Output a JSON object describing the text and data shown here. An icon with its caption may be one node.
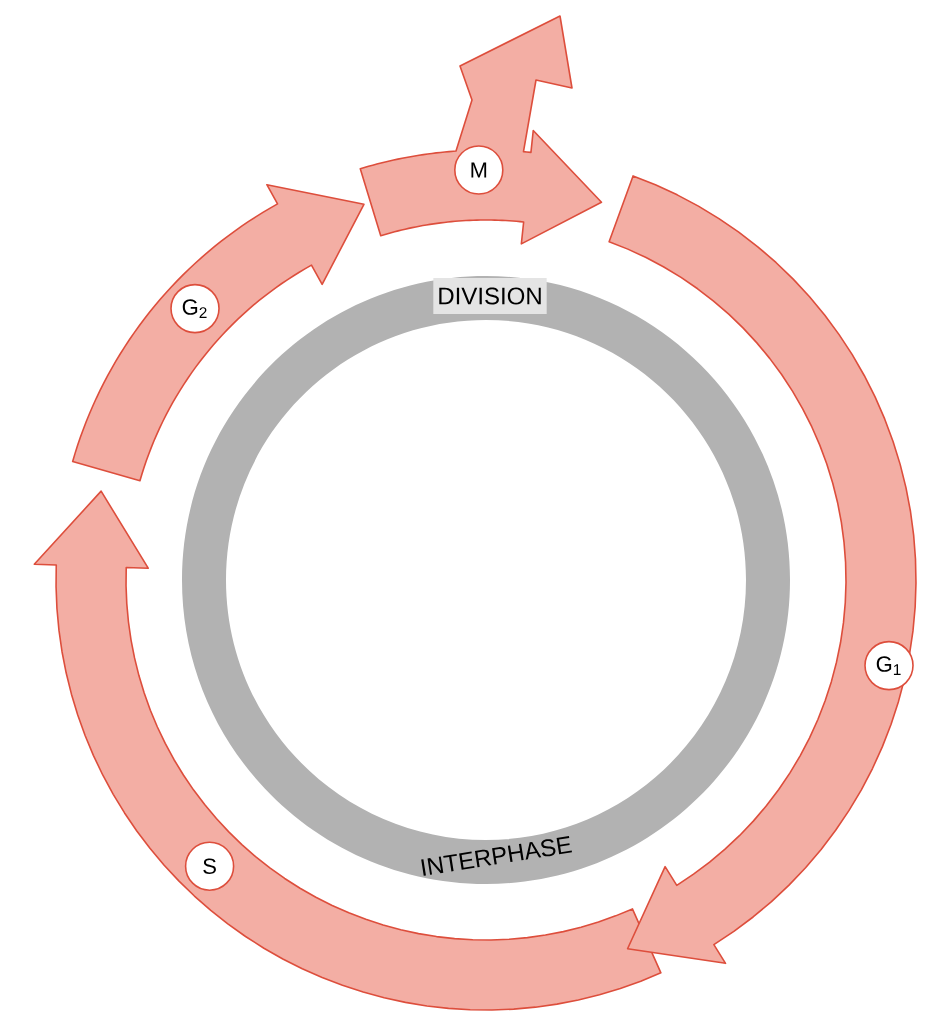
{
  "diagram": {
    "nodes": [
      {
        "text": [
          "M"
        ]
      },
      {
        "text": [
          "G$_{2}$"
        ]
      },
      {
        "text": [
          "G$_{1}$"
        ]
      },
      {
        "text": [
          "S"
        ]
      }
    ],
    "labels": [
      "DIVISION",
      "INTERPHASE"
    ]
  }
}
